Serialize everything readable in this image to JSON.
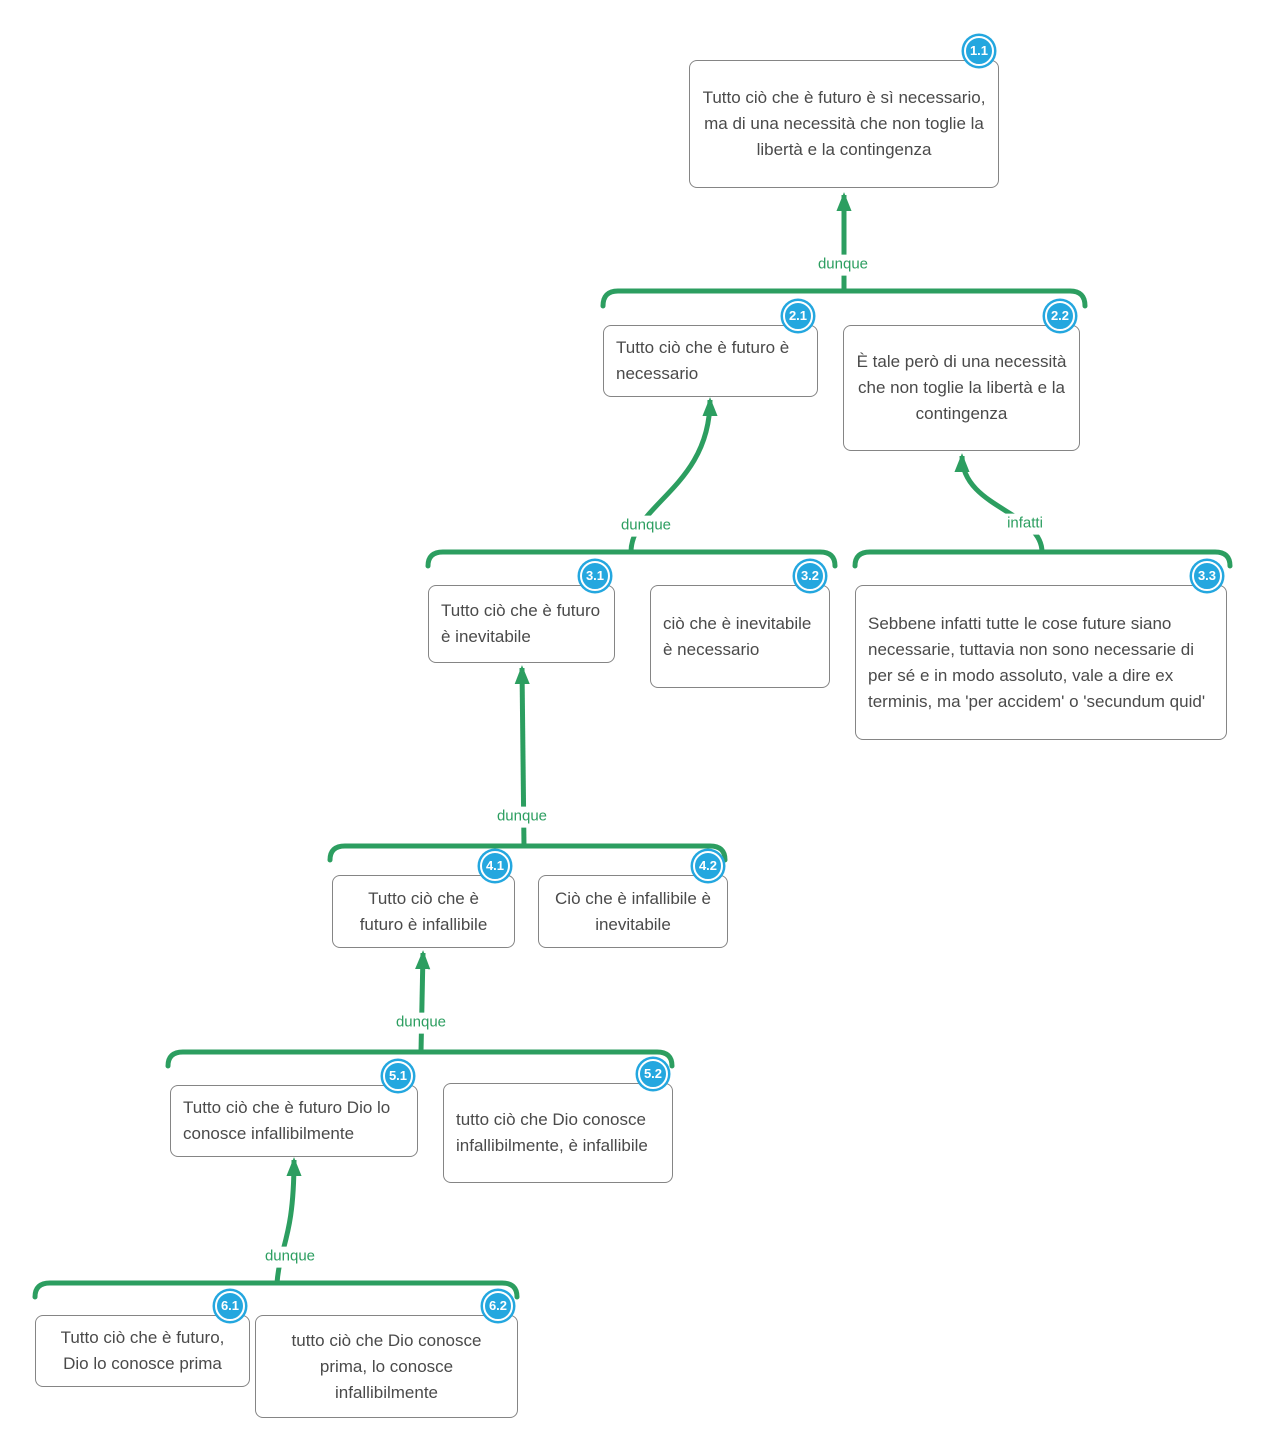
{
  "diagram_type": "argument-map",
  "colors": {
    "edge_green": "#2c9e60",
    "badge_blue": "#24a7df",
    "node_border_gray": "#858585",
    "node_text_gray": "#4a4a4a"
  },
  "nodes": [
    {
      "id": "1.1",
      "text": "Tutto ciò che è futuro è sì necessario, ma di una necessità che non toglie la libertà e la contingenza"
    },
    {
      "id": "2.1",
      "text": "Tutto ciò che è futuro è necessario"
    },
    {
      "id": "2.2",
      "text": "È tale però di una necessità che non toglie la libertà e la contingenza"
    },
    {
      "id": "3.1",
      "text": "Tutto ciò che è futuro è inevitabile"
    },
    {
      "id": "3.2",
      "text": "ciò che è inevitabile è necessario"
    },
    {
      "id": "3.3",
      "text": "Sebbene infatti tutte le cose future siano necessarie, tuttavia non sono necessarie di per sé e in modo assoluto, vale a dire ex terminis, ma 'per accidem' o 'secundum quid'"
    },
    {
      "id": "4.1",
      "text": "Tutto ciò che è futuro è infallibile"
    },
    {
      "id": "4.2",
      "text": "Ciò che è infallibile è inevitabile"
    },
    {
      "id": "5.1",
      "text": "Tutto ciò che è futuro Dio lo conosce infallibilmente"
    },
    {
      "id": "5.2",
      "text": "tutto ciò che Dio conosce infallibilmente, è infallibile"
    },
    {
      "id": "6.1",
      "text": "Tutto ciò che è futuro, Dio lo conosce prima"
    },
    {
      "id": "6.2",
      "text": "tutto ciò che Dio conosce prima, lo conosce infallibilmente"
    }
  ],
  "edges": [
    {
      "label": "dunque",
      "from": "2.1 + 2.2",
      "to": "1.1"
    },
    {
      "label": "dunque",
      "from": "3.1 + 3.2",
      "to": "2.1"
    },
    {
      "label": "infatti",
      "from": "3.3",
      "to": "2.2"
    },
    {
      "label": "dunque",
      "from": "4.1 + 4.2",
      "to": "3.1"
    },
    {
      "label": "dunque",
      "from": "5.1 + 5.2",
      "to": "4.1"
    },
    {
      "label": "dunque",
      "from": "6.1 + 6.2",
      "to": "5.1"
    }
  ]
}
